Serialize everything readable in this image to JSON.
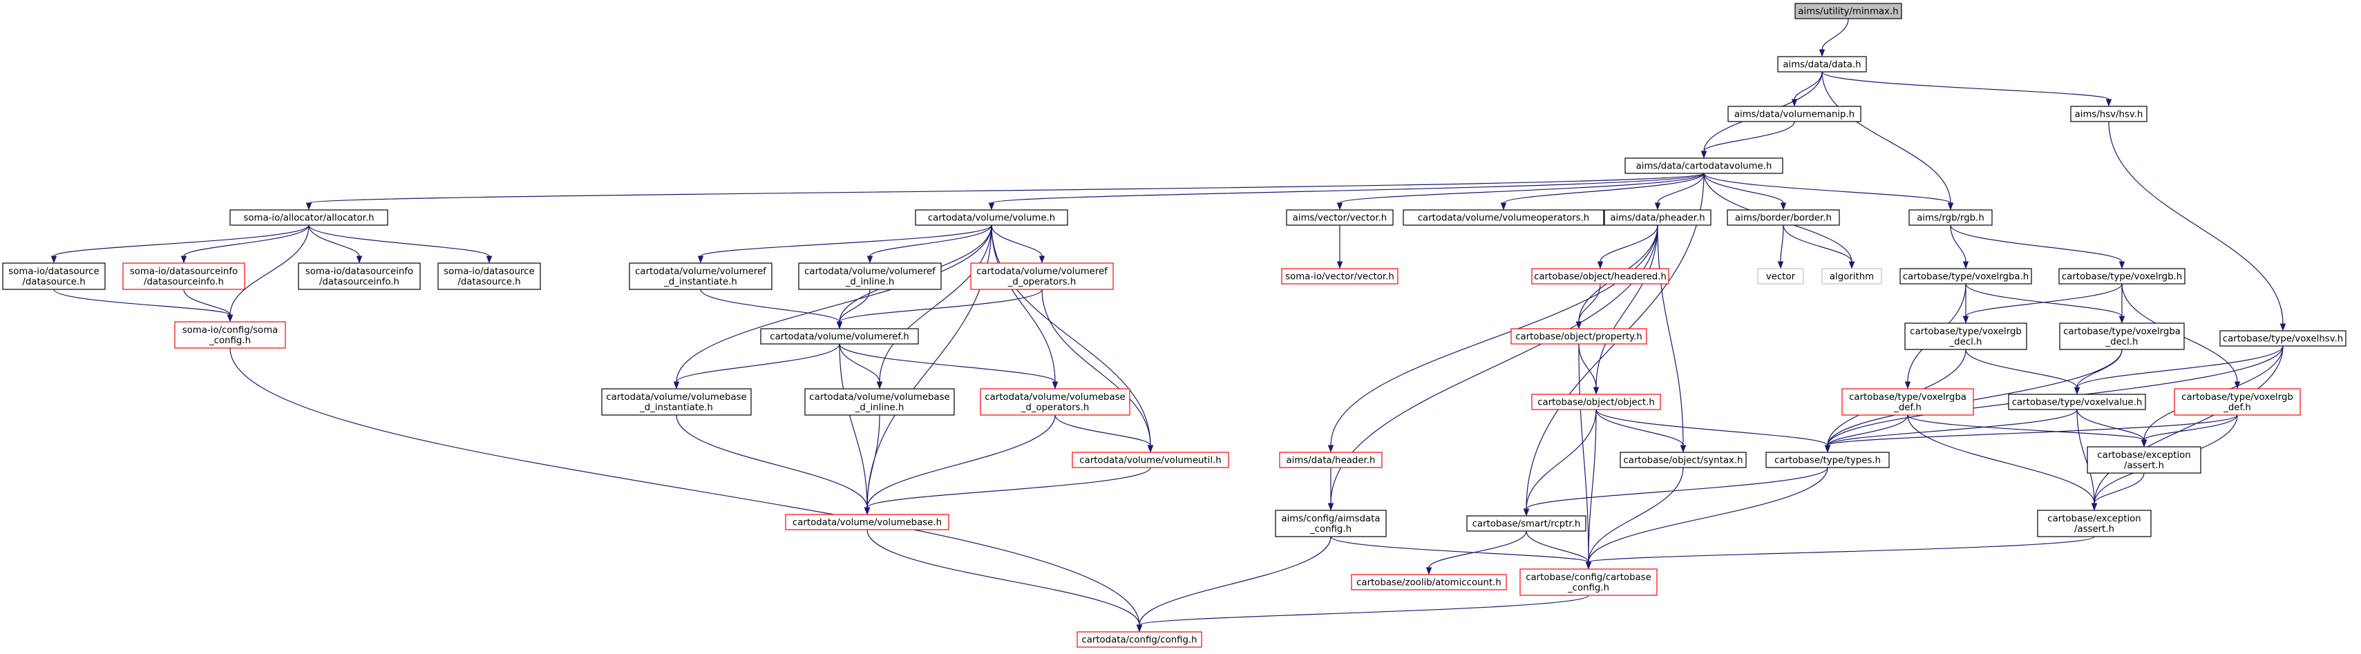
{
  "nodes": [
    {
      "id": "minmax",
      "lines": [
        "aims/utility/minmax.h"
      ],
      "style": "root"
    },
    {
      "id": "data",
      "lines": [
        "aims/data/data.h"
      ],
      "style": "normal"
    },
    {
      "id": "volumemanip",
      "lines": [
        "aims/data/volumemanip.h"
      ],
      "style": "normal"
    },
    {
      "id": "hsv",
      "lines": [
        "aims/hsv/hsv.h"
      ],
      "style": "normal"
    },
    {
      "id": "cartodatavolume",
      "lines": [
        "aims/data/cartodatavolume.h"
      ],
      "style": "normal"
    },
    {
      "id": "allocator",
      "lines": [
        "soma-io/allocator/allocator.h"
      ],
      "style": "normal"
    },
    {
      "id": "volume",
      "lines": [
        "cartodata/volume/volume.h"
      ],
      "style": "normal"
    },
    {
      "id": "vector",
      "lines": [
        "aims/vector/vector.h"
      ],
      "style": "normal"
    },
    {
      "id": "volumeoperators",
      "lines": [
        "cartodata/volume/volumeoperators.h"
      ],
      "style": "normal"
    },
    {
      "id": "pheader",
      "lines": [
        "aims/data/pheader.h"
      ],
      "style": "normal"
    },
    {
      "id": "border",
      "lines": [
        "aims/border/border.h"
      ],
      "style": "normal"
    },
    {
      "id": "rgb",
      "lines": [
        "aims/rgb/rgb.h"
      ],
      "style": "normal"
    },
    {
      "id": "datasource",
      "lines": [
        "soma-io/datasource",
        "/datasource.h"
      ],
      "style": "normal"
    },
    {
      "id": "dsinfo_red",
      "lines": [
        "soma-io/datasourceinfo",
        "/datasourceinfo.h"
      ],
      "style": "red"
    },
    {
      "id": "dsinfo",
      "lines": [
        "soma-io/datasourceinfo",
        "/datasourceinfo.h"
      ],
      "style": "normal"
    },
    {
      "id": "datasource2",
      "lines": [
        "soma-io/datasource",
        "/datasource.h"
      ],
      "style": "normal"
    },
    {
      "id": "somaconfig",
      "lines": [
        "soma-io/config/soma",
        "_config.h"
      ],
      "style": "red"
    },
    {
      "id": "vvref_inst",
      "lines": [
        "cartodata/volume/volumeref",
        "_d_instantiate.h"
      ],
      "style": "normal"
    },
    {
      "id": "vvref_inline",
      "lines": [
        "cartodata/volume/volumeref",
        "_d_inline.h"
      ],
      "style": "normal"
    },
    {
      "id": "vvref_ops",
      "lines": [
        "cartodata/volume/volumeref",
        "_d_operators.h"
      ],
      "style": "red"
    },
    {
      "id": "volumeref",
      "lines": [
        "cartodata/volume/volumeref.h"
      ],
      "style": "normal"
    },
    {
      "id": "vbase_inst",
      "lines": [
        "cartodata/volume/volumebase",
        "_d_instantiate.h"
      ],
      "style": "normal"
    },
    {
      "id": "vbase_inline",
      "lines": [
        "cartodata/volume/volumebase",
        "_d_inline.h"
      ],
      "style": "normal"
    },
    {
      "id": "vbase_ops",
      "lines": [
        "cartodata/volume/volumebase",
        "_d_operators.h"
      ],
      "style": "red"
    },
    {
      "id": "volumeutil",
      "lines": [
        "cartodata/volume/volumeutil.h"
      ],
      "style": "red"
    },
    {
      "id": "volumebase",
      "lines": [
        "cartodata/volume/volumebase.h"
      ],
      "style": "red"
    },
    {
      "id": "somavector",
      "lines": [
        "soma-io/vector/vector.h"
      ],
      "style": "red"
    },
    {
      "id": "headered",
      "lines": [
        "cartobase/object/headered.h"
      ],
      "style": "red"
    },
    {
      "id": "property",
      "lines": [
        "cartobase/object/property.h"
      ],
      "style": "red"
    },
    {
      "id": "object",
      "lines": [
        "cartobase/object/object.h"
      ],
      "style": "red"
    },
    {
      "id": "header",
      "lines": [
        "aims/data/header.h"
      ],
      "style": "red"
    },
    {
      "id": "syntax",
      "lines": [
        "cartobase/object/syntax.h"
      ],
      "style": "normal"
    },
    {
      "id": "aimsdataconfig",
      "lines": [
        "aims/config/aimsdata",
        "_config.h"
      ],
      "style": "normal"
    },
    {
      "id": "rcptr",
      "lines": [
        "cartobase/smart/rcptr.h"
      ],
      "style": "normal"
    },
    {
      "id": "atomiccount",
      "lines": [
        "cartobase/zoolib/atomiccount.h"
      ],
      "style": "red"
    },
    {
      "id": "cartobaseconfig",
      "lines": [
        "cartobase/config/cartobase",
        "_config.h"
      ],
      "style": "red"
    },
    {
      "id": "config",
      "lines": [
        "cartodata/config/config.h"
      ],
      "style": "red"
    },
    {
      "id": "vector_std",
      "lines": [
        "vector"
      ],
      "style": "grey"
    },
    {
      "id": "algorithm",
      "lines": [
        "algorithm"
      ],
      "style": "grey"
    },
    {
      "id": "voxelrgba",
      "lines": [
        "cartobase/type/voxelrgba.h"
      ],
      "style": "normal"
    },
    {
      "id": "voxelrgb",
      "lines": [
        "cartobase/type/voxelrgb.h"
      ],
      "style": "normal"
    },
    {
      "id": "voxelrgb_decl",
      "lines": [
        "cartobase/type/voxelrgb",
        "_decl.h"
      ],
      "style": "normal"
    },
    {
      "id": "voxelrgba_decl",
      "lines": [
        "cartobase/type/voxelrgba",
        "_decl.h"
      ],
      "style": "normal"
    },
    {
      "id": "voxelhsv",
      "lines": [
        "cartobase/type/voxelhsv.h"
      ],
      "style": "normal"
    },
    {
      "id": "voxelrgba_def",
      "lines": [
        "cartobase/type/voxelrgba",
        "_def.h"
      ],
      "style": "red"
    },
    {
      "id": "voxelvalue",
      "lines": [
        "cartobase/type/voxelvalue.h"
      ],
      "style": "normal"
    },
    {
      "id": "voxelrgb_def",
      "lines": [
        "cartobase/type/voxelrgb",
        "_def.h"
      ],
      "style": "red"
    },
    {
      "id": "types",
      "lines": [
        "cartobase/type/types.h"
      ],
      "style": "normal"
    },
    {
      "id": "exc_assert1",
      "lines": [
        "cartobase/exception",
        "/assert.h"
      ],
      "style": "normal"
    },
    {
      "id": "exc_assert2",
      "lines": [
        "cartobase/exception",
        "/assert.h"
      ],
      "style": "normal"
    }
  ],
  "edges": [
    [
      "minmax",
      "data"
    ],
    [
      "data",
      "volumemanip"
    ],
    [
      "data",
      "hsv"
    ],
    [
      "data",
      "cartodatavolume"
    ],
    [
      "data",
      "rgb"
    ],
    [
      "volumemanip",
      "cartodatavolume"
    ],
    [
      "hsv",
      "voxelhsv"
    ],
    [
      "cartodatavolume",
      "allocator"
    ],
    [
      "cartodatavolume",
      "volume"
    ],
    [
      "cartodatavolume",
      "vector"
    ],
    [
      "cartodatavolume",
      "volumeoperators"
    ],
    [
      "cartodatavolume",
      "pheader"
    ],
    [
      "cartodatavolume",
      "border"
    ],
    [
      "cartodatavolume",
      "rgb"
    ],
    [
      "cartodatavolume",
      "rcptr"
    ],
    [
      "cartodatavolume",
      "algorithm"
    ],
    [
      "allocator",
      "datasource"
    ],
    [
      "allocator",
      "dsinfo_red"
    ],
    [
      "allocator",
      "dsinfo"
    ],
    [
      "allocator",
      "datasource2"
    ],
    [
      "allocator",
      "somaconfig"
    ],
    [
      "datasource",
      "somaconfig"
    ],
    [
      "dsinfo_red",
      "somaconfig"
    ],
    [
      "somaconfig",
      "config"
    ],
    [
      "volume",
      "vvref_inst"
    ],
    [
      "volume",
      "vvref_inline"
    ],
    [
      "volume",
      "vvref_ops"
    ],
    [
      "volume",
      "volumeref"
    ],
    [
      "volume",
      "vbase_inst"
    ],
    [
      "volume",
      "vbase_inline"
    ],
    [
      "volume",
      "vbase_ops"
    ],
    [
      "volume",
      "volumeutil"
    ],
    [
      "volume",
      "volumebase"
    ],
    [
      "vvref_inst",
      "volumeref"
    ],
    [
      "vvref_inline",
      "volumeref"
    ],
    [
      "vvref_ops",
      "volumeref"
    ],
    [
      "vvref_ops",
      "volumeutil"
    ],
    [
      "volumeref",
      "vbase_inst"
    ],
    [
      "volumeref",
      "vbase_inline"
    ],
    [
      "volumeref",
      "vbase_ops"
    ],
    [
      "volumeref",
      "volumebase"
    ],
    [
      "vbase_inst",
      "volumebase"
    ],
    [
      "vbase_inline",
      "volumebase"
    ],
    [
      "vbase_ops",
      "volumeutil"
    ],
    [
      "vbase_ops",
      "volumebase"
    ],
    [
      "volumeutil",
      "volumebase"
    ],
    [
      "volumebase",
      "config"
    ],
    [
      "vector",
      "somavector"
    ],
    [
      "pheader",
      "headered"
    ],
    [
      "pheader",
      "property"
    ],
    [
      "pheader",
      "object"
    ],
    [
      "pheader",
      "header"
    ],
    [
      "pheader",
      "syntax"
    ],
    [
      "pheader",
      "aimsdataconfig"
    ],
    [
      "headered",
      "property"
    ],
    [
      "property",
      "object"
    ],
    [
      "property",
      "cartobaseconfig"
    ],
    [
      "object",
      "types"
    ],
    [
      "object",
      "syntax"
    ],
    [
      "object",
      "rcptr"
    ],
    [
      "object",
      "cartobaseconfig"
    ],
    [
      "header",
      "aimsdataconfig"
    ],
    [
      "syntax",
      "cartobaseconfig"
    ],
    [
      "aimsdataconfig",
      "config"
    ],
    [
      "aimsdataconfig",
      "cartobaseconfig"
    ],
    [
      "rcptr",
      "atomiccount"
    ],
    [
      "rcptr",
      "cartobaseconfig"
    ],
    [
      "cartobaseconfig",
      "config"
    ],
    [
      "border",
      "vector_std"
    ],
    [
      "border",
      "algorithm"
    ],
    [
      "rgb",
      "voxelrgba"
    ],
    [
      "rgb",
      "voxelrgb"
    ],
    [
      "voxelrgba",
      "voxelrgb_decl"
    ],
    [
      "voxelrgba",
      "voxelrgba_decl"
    ],
    [
      "voxelrgba",
      "voxelrgba_def"
    ],
    [
      "voxelrgb",
      "voxelrgb_decl"
    ],
    [
      "voxelrgb",
      "voxelrgba_decl"
    ],
    [
      "voxelrgb",
      "voxelrgb_def"
    ],
    [
      "voxelrgb_decl",
      "types"
    ],
    [
      "voxelrgb_decl",
      "voxelvalue"
    ],
    [
      "voxelrgba_decl",
      "types"
    ],
    [
      "voxelrgba_decl",
      "voxelvalue"
    ],
    [
      "voxelhsv",
      "types"
    ],
    [
      "voxelhsv",
      "voxelvalue"
    ],
    [
      "voxelhsv",
      "exc_assert1"
    ],
    [
      "voxelhsv",
      "exc_assert2"
    ],
    [
      "voxelrgba_def",
      "types"
    ],
    [
      "voxelrgba_def",
      "exc_assert1"
    ],
    [
      "voxelrgba_def",
      "exc_assert2"
    ],
    [
      "voxelvalue",
      "types"
    ],
    [
      "voxelvalue",
      "exc_assert1"
    ],
    [
      "voxelvalue",
      "exc_assert2"
    ],
    [
      "voxelrgb_def",
      "types"
    ],
    [
      "voxelrgb_def",
      "exc_assert1"
    ],
    [
      "voxelrgb_def",
      "exc_assert2"
    ],
    [
      "types",
      "rcptr"
    ],
    [
      "types",
      "cartobaseconfig"
    ],
    [
      "exc_assert1",
      "exc_assert2"
    ],
    [
      "exc_assert2",
      "cartobaseconfig"
    ]
  ]
}
